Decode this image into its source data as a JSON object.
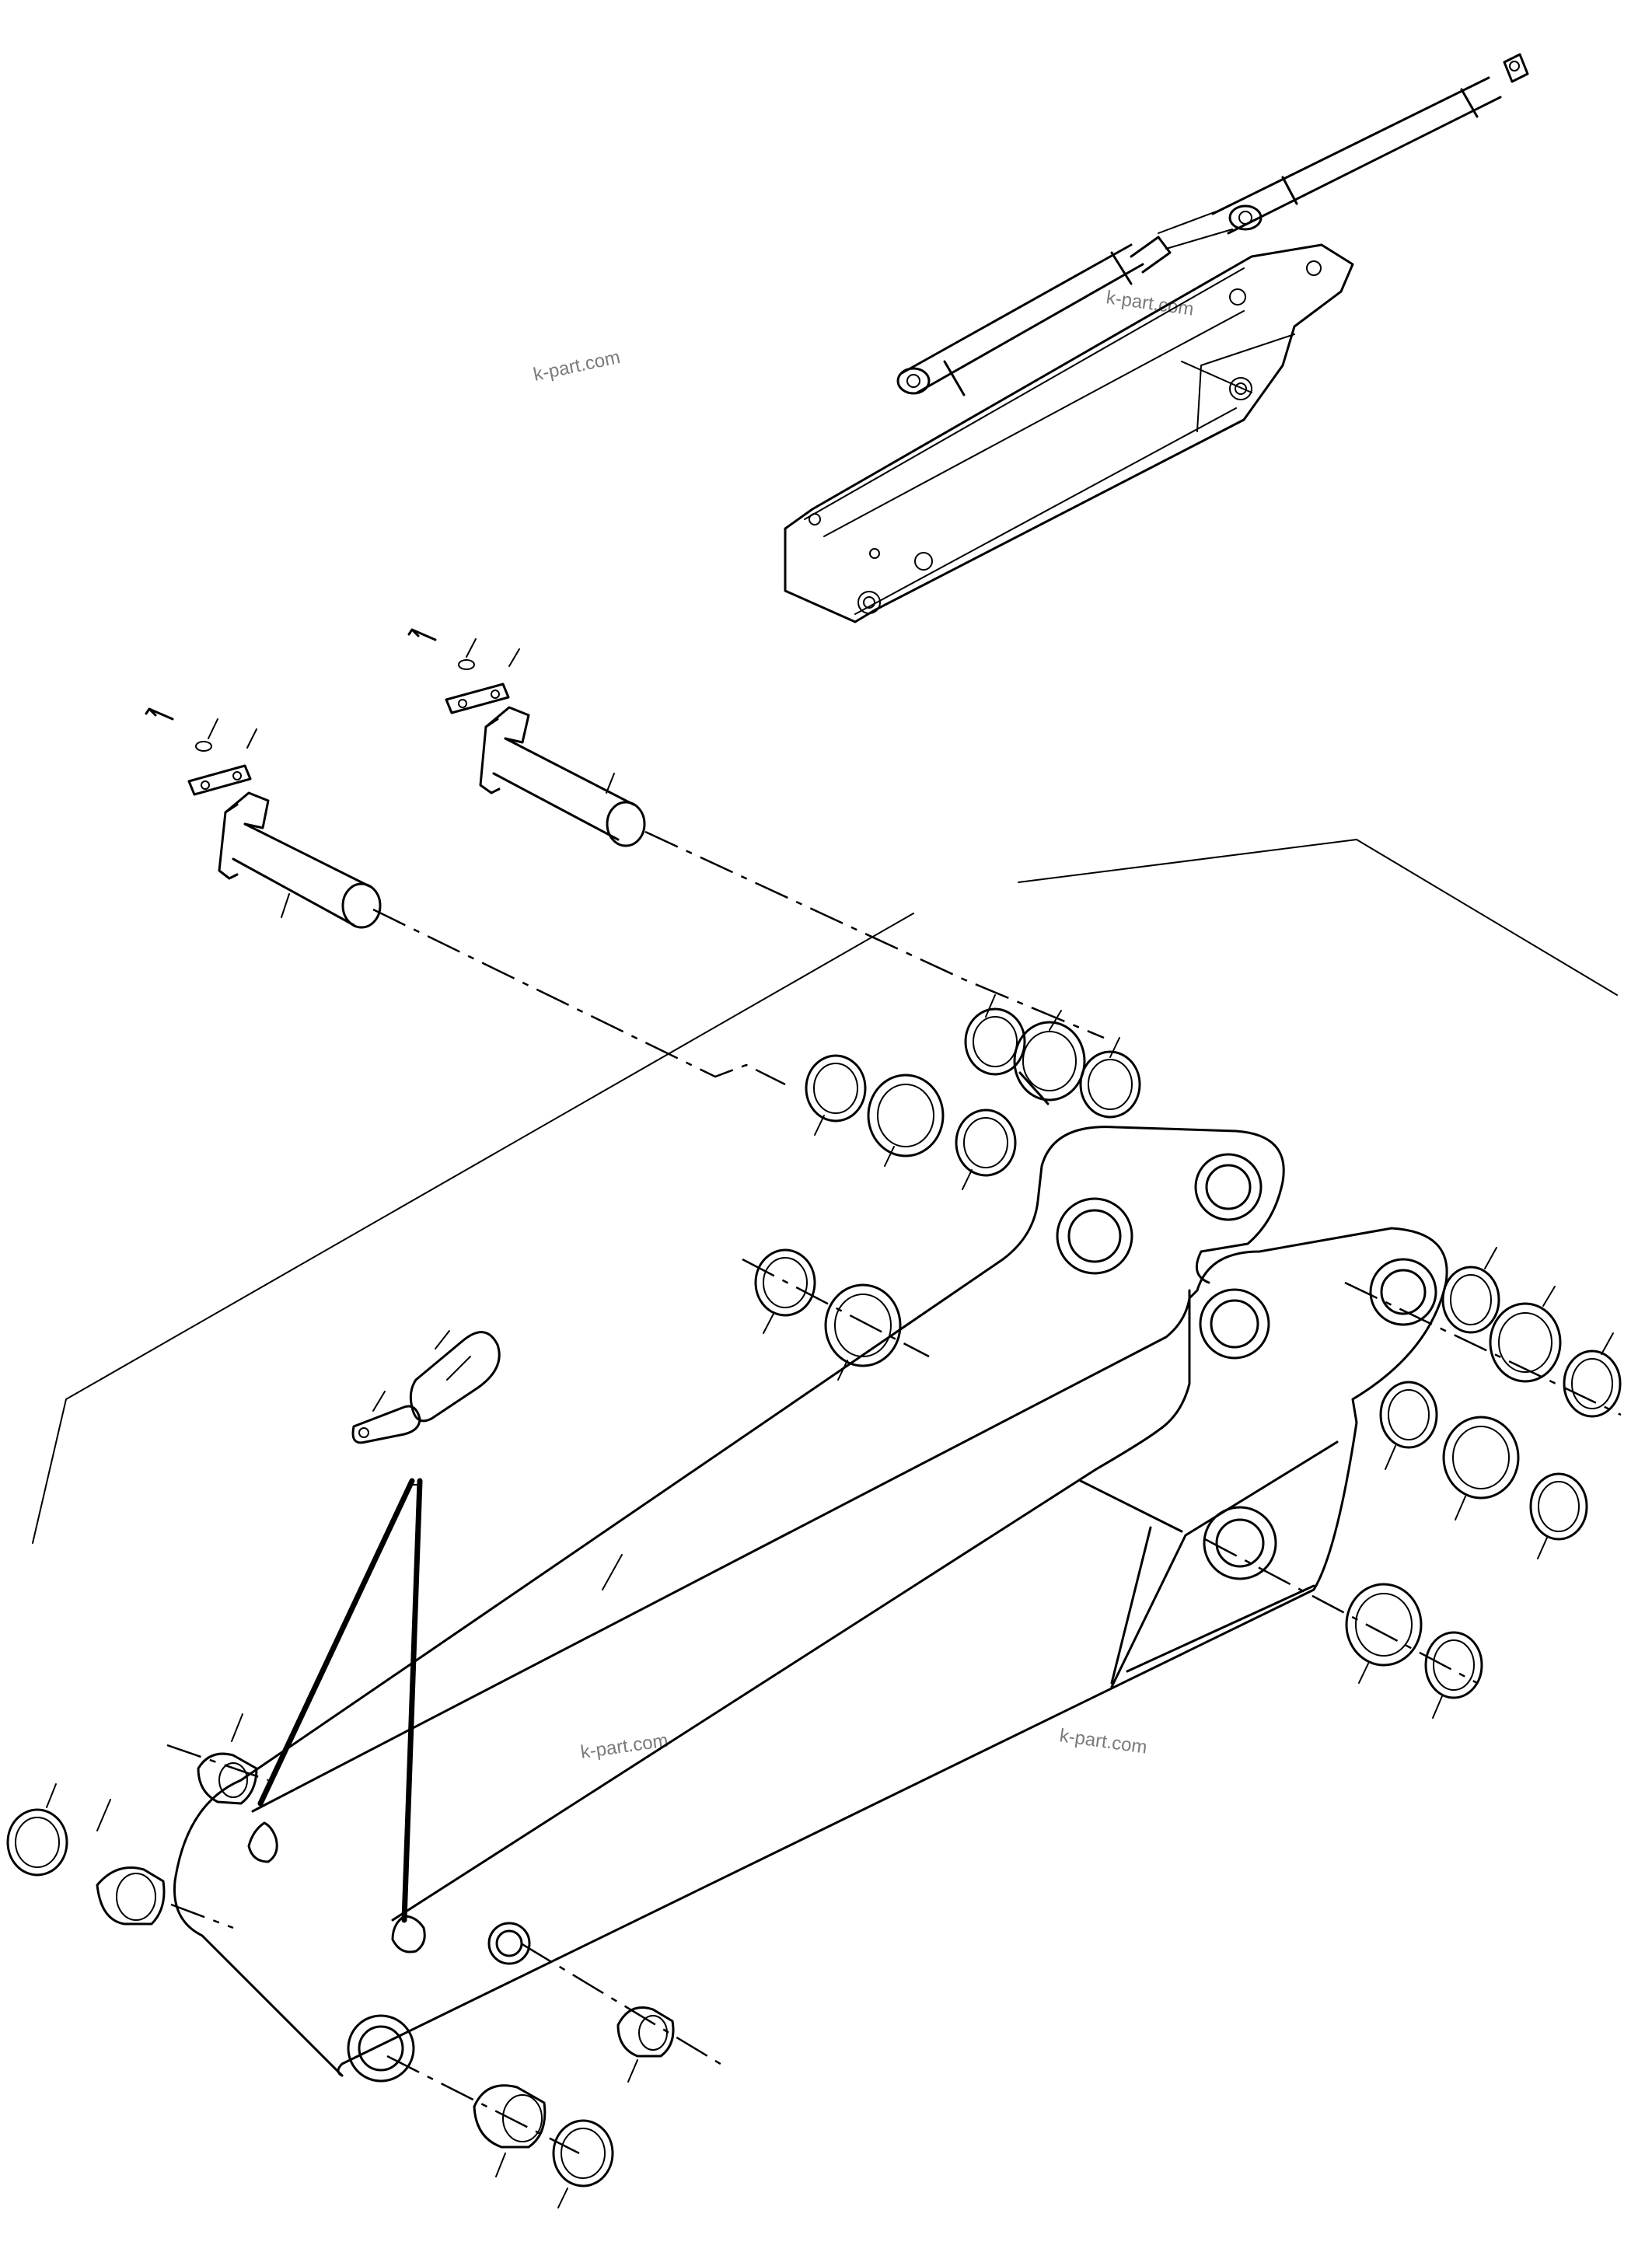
{
  "watermarks": {
    "top_center": "k-part.com",
    "top_right": "k-part.com",
    "middle": "k-part.com",
    "right": "k-part.com"
  },
  "colors": {
    "line": "#000000",
    "background": "#ffffff",
    "watermark": "#7a7a7a"
  }
}
